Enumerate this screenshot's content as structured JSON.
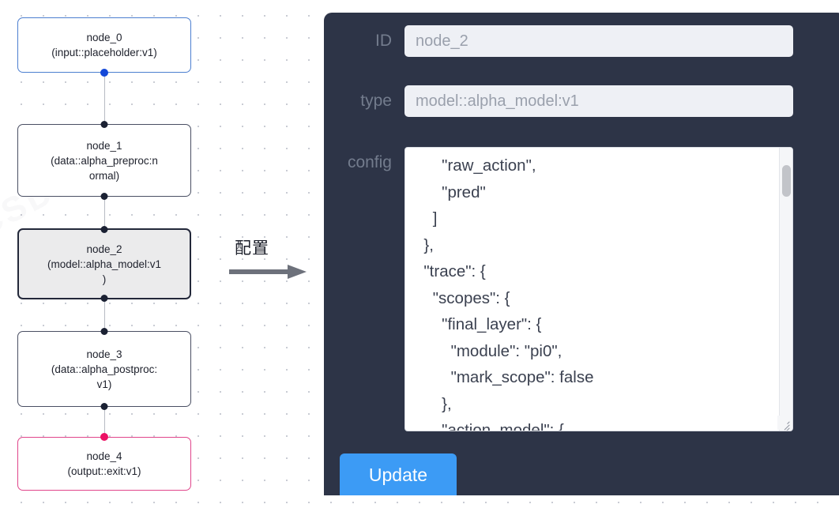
{
  "canvas": {
    "watermark": "CSDN @AI",
    "flow_label": "配置",
    "flow_arrow_icon": "arrow-right-icon",
    "nodes": [
      {
        "id": "node_0",
        "title": "node_0",
        "subtitle": "(input::placeholder:v1)",
        "kind": "input",
        "selected": false,
        "border_color": "#4c7fd0",
        "handle_color": "#1348d8"
      },
      {
        "id": "node_1",
        "title": "node_1",
        "subtitle": "(data::alpha_preproc:n\normal)",
        "kind": "default",
        "selected": false,
        "border_color": "#4a4f63",
        "handle_color": "#1b2133"
      },
      {
        "id": "node_2",
        "title": "node_2",
        "subtitle": "(model::alpha_model:v1\n)",
        "kind": "model",
        "selected": true,
        "border_color": "#23283a",
        "handle_color": "#1b2133"
      },
      {
        "id": "node_3",
        "title": "node_3",
        "subtitle": "(data::alpha_postproc:\nv1)",
        "kind": "default",
        "selected": false,
        "border_color": "#4a4f63",
        "handle_color": "#1b2133"
      },
      {
        "id": "node_4",
        "title": "node_4",
        "subtitle": "(output::exit:v1)",
        "kind": "output",
        "selected": false,
        "border_color": "#e0458b",
        "handle_color": "#ec1164"
      }
    ]
  },
  "panel": {
    "background_color": "#2d3447",
    "fields": {
      "id": {
        "label": "ID",
        "value": "node_2"
      },
      "type": {
        "label": "type",
        "value": "model::alpha_model:v1"
      },
      "config": {
        "label": "config",
        "value": "      \"raw_action\",\n      \"pred\"\n    ]\n  },\n  \"trace\": {\n    \"scopes\": {\n      \"final_layer\": {\n        \"module\": \"pi0\",\n        \"mark_scope\": false\n      },\n      \"action_model\": {"
      }
    },
    "update_button": {
      "label": "Update",
      "color": "#3c9bf5"
    },
    "scrollbar": {
      "name": "config-scrollbar"
    }
  }
}
